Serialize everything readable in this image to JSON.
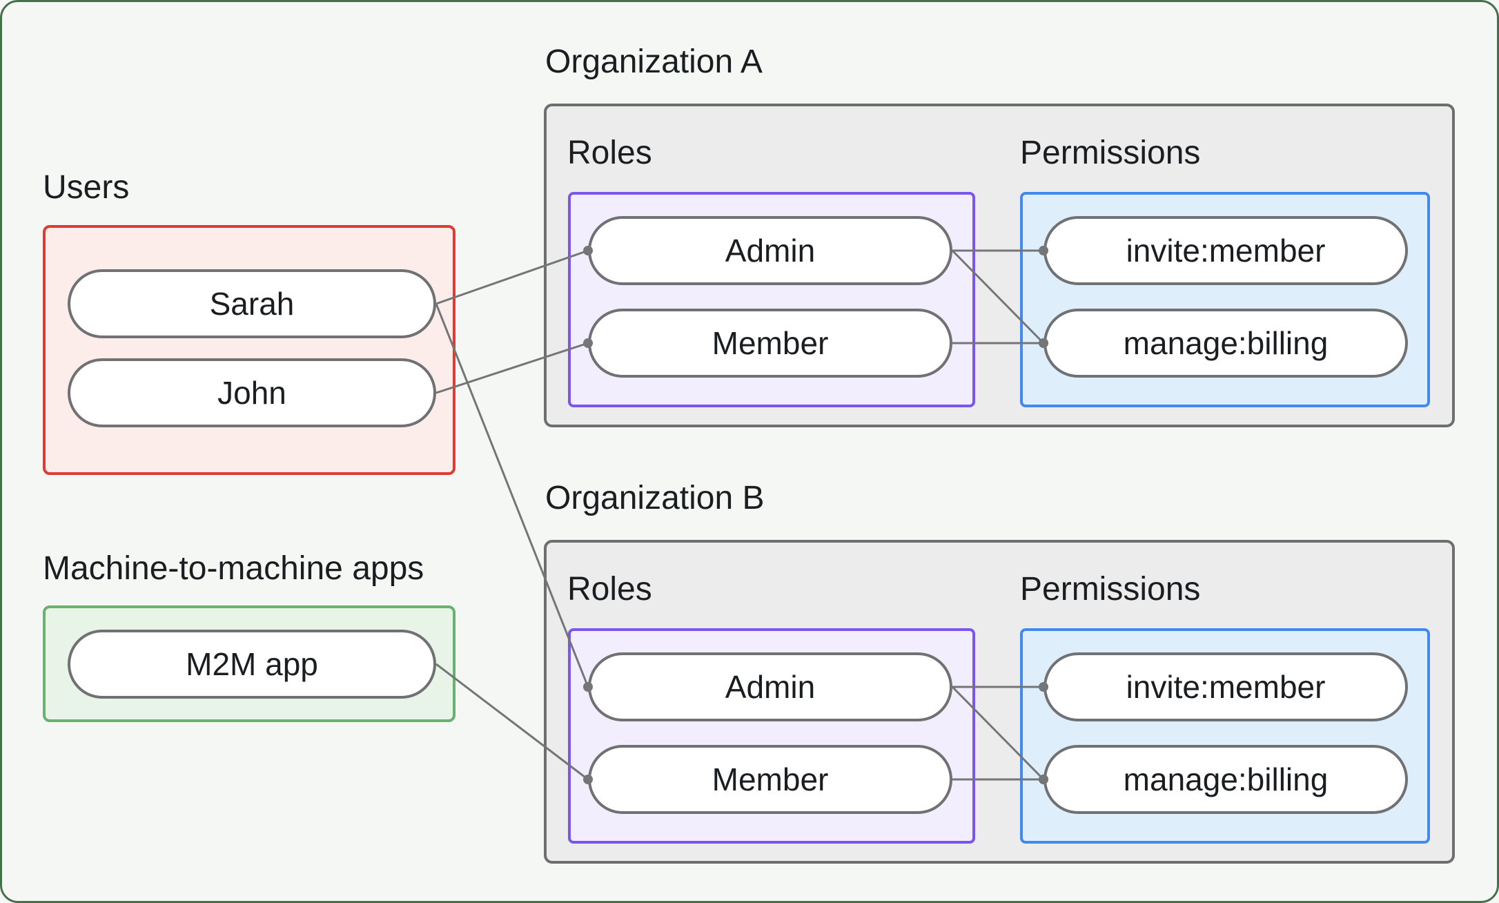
{
  "style": {
    "page_bg": "#f4f7f4",
    "frame_border": "#44704b",
    "text_color": "#1b1e21",
    "org_fill": "#ececec",
    "org_border": "#6d6e70",
    "pill_border": "#707172",
    "line_color": "#737577",
    "dot_color": "#737577",
    "red_border": "#dd3b36",
    "red_fill": "#fcecea",
    "green_border": "#6ab06e",
    "green_fill": "#e9f4e8",
    "purple_border": "#7a55f0",
    "purple_fill": "#f3eefd",
    "blue_border": "#4189f0",
    "blue_fill": "#dfeefb"
  },
  "groups": {
    "users": {
      "label": "Users",
      "items": [
        {
          "id": "sarah",
          "label": "Sarah"
        },
        {
          "id": "john",
          "label": "John"
        }
      ]
    },
    "m2m": {
      "label": "Machine-to-machine apps",
      "items": [
        {
          "id": "m2m_app",
          "label": "M2M app"
        }
      ]
    }
  },
  "organizations": [
    {
      "id": "orgA",
      "title": "Organization A",
      "roles_label": "Roles",
      "permissions_label": "Permissions",
      "roles": [
        {
          "id": "admin",
          "label": "Admin"
        },
        {
          "id": "member",
          "label": "Member"
        }
      ],
      "permissions": [
        {
          "id": "invite",
          "label": "invite:member"
        },
        {
          "id": "manage",
          "label": "manage:billing"
        }
      ]
    },
    {
      "id": "orgB",
      "title": "Organization B",
      "roles_label": "Roles",
      "permissions_label": "Permissions",
      "roles": [
        {
          "id": "admin",
          "label": "Admin"
        },
        {
          "id": "member",
          "label": "Member"
        }
      ],
      "permissions": [
        {
          "id": "invite",
          "label": "invite:member"
        },
        {
          "id": "manage",
          "label": "manage:billing"
        }
      ]
    }
  ],
  "connections": [
    {
      "from": "sarah",
      "to": "orgA.admin"
    },
    {
      "from": "john",
      "to": "orgA.member"
    },
    {
      "from": "sarah",
      "to": "orgB.admin"
    },
    {
      "from": "m2m_app",
      "to": "orgB.member"
    },
    {
      "from": "orgA.admin",
      "to": "orgA.invite"
    },
    {
      "from": "orgA.admin",
      "to": "orgA.manage"
    },
    {
      "from": "orgA.member",
      "to": "orgA.manage"
    },
    {
      "from": "orgB.admin",
      "to": "orgB.invite"
    },
    {
      "from": "orgB.admin",
      "to": "orgB.manage"
    },
    {
      "from": "orgB.member",
      "to": "orgB.manage"
    }
  ]
}
